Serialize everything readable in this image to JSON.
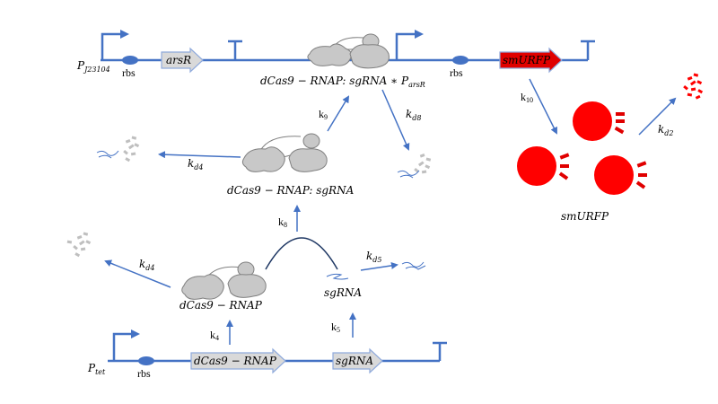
{
  "colors": {
    "dna_line": "#4472C4",
    "arrow": "#4472C4",
    "gene_fill": "#D9D9D9",
    "gene_stroke": "#8FAADC",
    "reporter_fill": "#E00000",
    "protein_gray": "#C8C8C8",
    "protein_stroke": "#808080",
    "rbs_fill": "#4472C4"
  },
  "constructs": {
    "top": {
      "promoter_main": "P",
      "promoter_sub": "J23104",
      "rbs1": "rbs",
      "gene1": "arsR",
      "rbs2": "rbs",
      "gene2": "smURFP"
    },
    "bottom": {
      "promoter_main": "P",
      "promoter_sub": "tet",
      "rbs": "rbs",
      "gene1": "dCas9 − RNAP",
      "gene2": "sgRNA"
    }
  },
  "species": {
    "complex_bound": {
      "main": "dCas9 − RNAP: sgRNA ∗ P",
      "sub": "arsR"
    },
    "complex": "dCas9 − RNAP: sgRNA",
    "dcas9": "dCas9 − RNAP",
    "sgrna": "sgRNA",
    "reporter": "smURFP"
  },
  "rates": {
    "k9": {
      "main": "k",
      "sub": "9"
    },
    "kd8": {
      "main": "k",
      "sub": "d8"
    },
    "kd4_top": {
      "main": "k",
      "sub": "d4"
    },
    "k8": {
      "main": "k",
      "sub": "8"
    },
    "kd4_bottom": {
      "main": "k",
      "sub": "d4"
    },
    "kd5": {
      "main": "k",
      "sub": "d5"
    },
    "k4": {
      "main": "k",
      "sub": "4"
    },
    "k5": {
      "main": "k",
      "sub": "5"
    },
    "k10": {
      "main": "k",
      "sub": "10"
    },
    "kd2": {
      "main": "k",
      "sub": "d2"
    }
  }
}
